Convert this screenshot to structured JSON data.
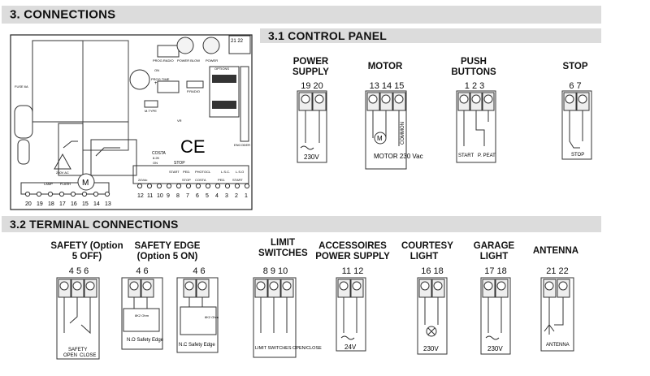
{
  "section_main": "3. CONNECTIONS",
  "section_control": "3.1 CONTROL PANEL",
  "section_terminal": "3.2 TERMINAL CONNECTIONS",
  "board": {
    "fuse": "FUSE 6A",
    "prog_radio": "PROG.RADIO",
    "power_blow": "POWER BLOW",
    "power": "POWER",
    "on": "ON",
    "prog_time": "PROG.TIME",
    "p_radio": "P.RADIO",
    "options": "OPTIONS",
    "m_type": "M.TYPE",
    "vr": "VR",
    "encoder": "ENCODER",
    "costa": "COSTA",
    "costa_val": "8.2K",
    "costa_on": "ON",
    "stop": "STOP",
    "start": "START",
    "ped": "PED.",
    "photocl": "PHOTOCL",
    "lsc": "L.S.C.",
    "lso": "L.S.O",
    "v24": "24Vdc",
    "stop2": "STOP",
    "costa2": "COSTA",
    "ped2": "PED.",
    "start2": "START",
    "lamp": "LAMP",
    "flash": "FLASH",
    "v230": "230V AC",
    "ce": "CE",
    "pins_top": "21 22",
    "pins_bottom_left": [
      "20",
      "19",
      "18",
      "17",
      "16",
      "15",
      "14",
      "13"
    ],
    "pins_bottom_right": [
      "12",
      "11",
      "10",
      "9",
      "8",
      "7",
      "6",
      "5",
      "4",
      "3",
      "2",
      "1"
    ]
  },
  "control_panel": [
    {
      "label": "POWER SUPPLY",
      "pins": "19 20",
      "caption": "230V"
    },
    {
      "label": "MOTOR",
      "pins": "13 14 15",
      "caption": "MOTOR 230 Vac",
      "common": "COMMON",
      "m": "M"
    },
    {
      "label": "PUSH BUTTONS",
      "pins": "1  2  3",
      "caption1": "START",
      "caption2": "P. PEAT"
    },
    {
      "label": "STOP",
      "pins": "6  7",
      "caption": "STOP"
    }
  ],
  "terminal": [
    {
      "label": "SAFETY (Option 5 OFF)",
      "pins": "4  5  6",
      "caption": "SAFETY",
      "sub1": "OPEN",
      "sub2": "CLOSE"
    },
    {
      "label": "SAFETY EDGE (Option 5 ON)",
      "pins_a": "4  6",
      "pins_b": "4  6",
      "cap_a": "N.O Safety Edge",
      "cap_b": "N.C Safety Edge",
      "res": "8K2 Ohm"
    },
    {
      "label": "LIMIT SWITCHES",
      "pins": "8  9  10",
      "caption": "LIMIT SWITCHES OPEN/CLOSE"
    },
    {
      "label": "ACCESSOIRES POWER SUPPLY",
      "pins": "11 12",
      "caption": "24V"
    },
    {
      "label": "COURTESY LIGHT",
      "pins": "16 18",
      "caption": "230V"
    },
    {
      "label": "GARAGE LIGHT",
      "pins": "17 18",
      "caption": "230V"
    },
    {
      "label": "ANTENNA",
      "pins": "21 22",
      "caption": "ANTENNA"
    }
  ]
}
